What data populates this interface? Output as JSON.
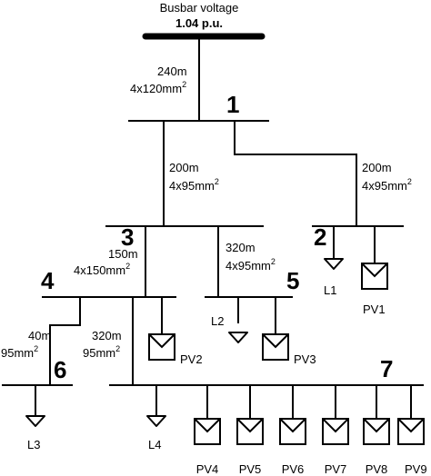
{
  "source": {
    "title": "Busbar voltage",
    "voltage": "1.04 p.u."
  },
  "nodes": [
    "1",
    "2",
    "3",
    "4",
    "5",
    "6",
    "7"
  ],
  "cables": [
    {
      "length": "240m",
      "section": "4x120mm",
      "power": "2"
    },
    {
      "length": "200m",
      "section": "4x95mm",
      "power": "2"
    },
    {
      "length": "200m",
      "section": "4x95mm",
      "power": "2"
    },
    {
      "length": "150m",
      "section": "4x150mm",
      "power": "2"
    },
    {
      "length": "320m",
      "section": "4x95mm",
      "power": "2"
    },
    {
      "length": "40m",
      "section": "95mm",
      "power": "2"
    },
    {
      "length": "320m",
      "section": "95mm",
      "power": "2"
    }
  ],
  "loads": [
    "L1",
    "L2",
    "L3",
    "L4"
  ],
  "pv_units": [
    "PV1",
    "PV2",
    "PV3",
    "PV4",
    "PV5",
    "PV6",
    "PV7",
    "PV8",
    "PV9"
  ]
}
